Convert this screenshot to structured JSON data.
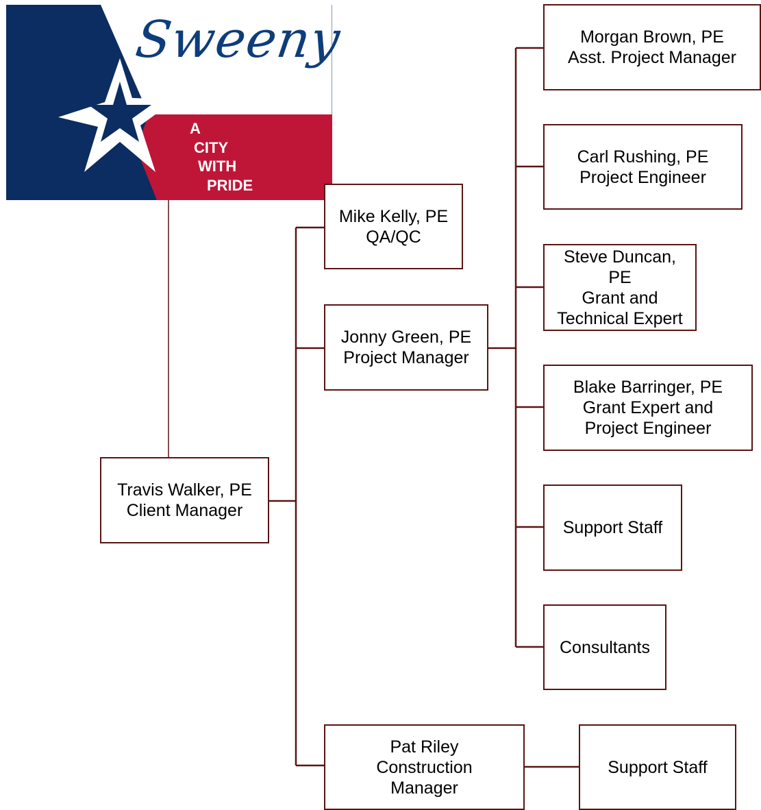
{
  "logo": {
    "wordmark": "Sweeny",
    "slogan": [
      "A",
      "CITY",
      "WITH",
      "PRIDE"
    ],
    "colors": {
      "blue": "#0b2d61",
      "red": "#bf1637",
      "white": "#ffffff"
    }
  },
  "line_color": "#5a1414",
  "nodes": {
    "travis": {
      "lines": [
        "Travis Walker, PE",
        "Client Manager"
      ]
    },
    "mike": {
      "lines": [
        "Mike Kelly, PE",
        "QA/QC"
      ]
    },
    "jonny": {
      "lines": [
        "Jonny Green, PE",
        "Project Manager"
      ]
    },
    "pat": {
      "lines": [
        "Pat Riley",
        "Construction",
        "Manager"
      ]
    },
    "pat_support": {
      "lines": [
        "Support Staff"
      ]
    },
    "morgan": {
      "lines": [
        "Morgan Brown, PE",
        "Asst. Project Manager"
      ]
    },
    "carl": {
      "lines": [
        "Carl Rushing, PE",
        "Project Engineer"
      ]
    },
    "steve": {
      "lines": [
        "Steve Duncan,",
        "PE",
        "Grant and",
        "Technical Expert"
      ]
    },
    "blake": {
      "lines": [
        "Blake Barringer, PE",
        "Grant Expert and",
        "Project Engineer"
      ]
    },
    "support": {
      "lines": [
        "Support Staff"
      ]
    },
    "consultants": {
      "lines": [
        "Consultants"
      ]
    }
  }
}
